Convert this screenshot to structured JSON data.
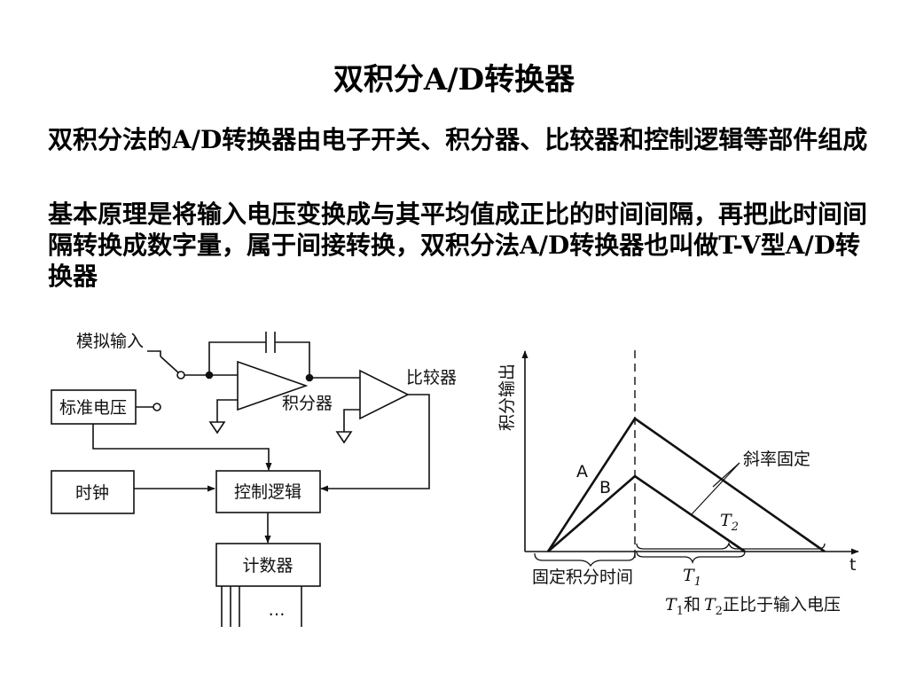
{
  "slide": {
    "title": "双积分A/D转换器",
    "paragraph_1": "双积分法的A/D转换器由电子开关、积分器、比较器和控制逻辑等部件组成",
    "paragraph_2": "基本原理是将输入电压变换成与其平均值成正比的时间间隔，再把此时间间隔转换成数字量，属于间接转换，双积分法A/D转换器也叫做T-V型A/D转换器"
  },
  "block_diagram": {
    "analog_input": "模拟输入",
    "reference_voltage": "标准电压",
    "integrator": "积分器",
    "comparator": "比较器",
    "clock": "时钟",
    "control_logic": "控制逻辑",
    "counter": "计数器",
    "output_ellipsis": "…"
  },
  "waveform": {
    "y_axis_label": "积分输出",
    "x_axis_label": "t",
    "curve_a": "A",
    "curve_b": "B",
    "slope_note": "斜率固定",
    "fixed_interval": "固定积分时间",
    "t1_letter": "T",
    "t1_sub": "1",
    "t2_letter": "T",
    "t2_sub": "2",
    "caption_t1": "T",
    "caption_sub1": "1",
    "caption_and": "和",
    "caption_t2": "T",
    "caption_sub2": "2",
    "caption_rest": "正比于输入电压"
  }
}
